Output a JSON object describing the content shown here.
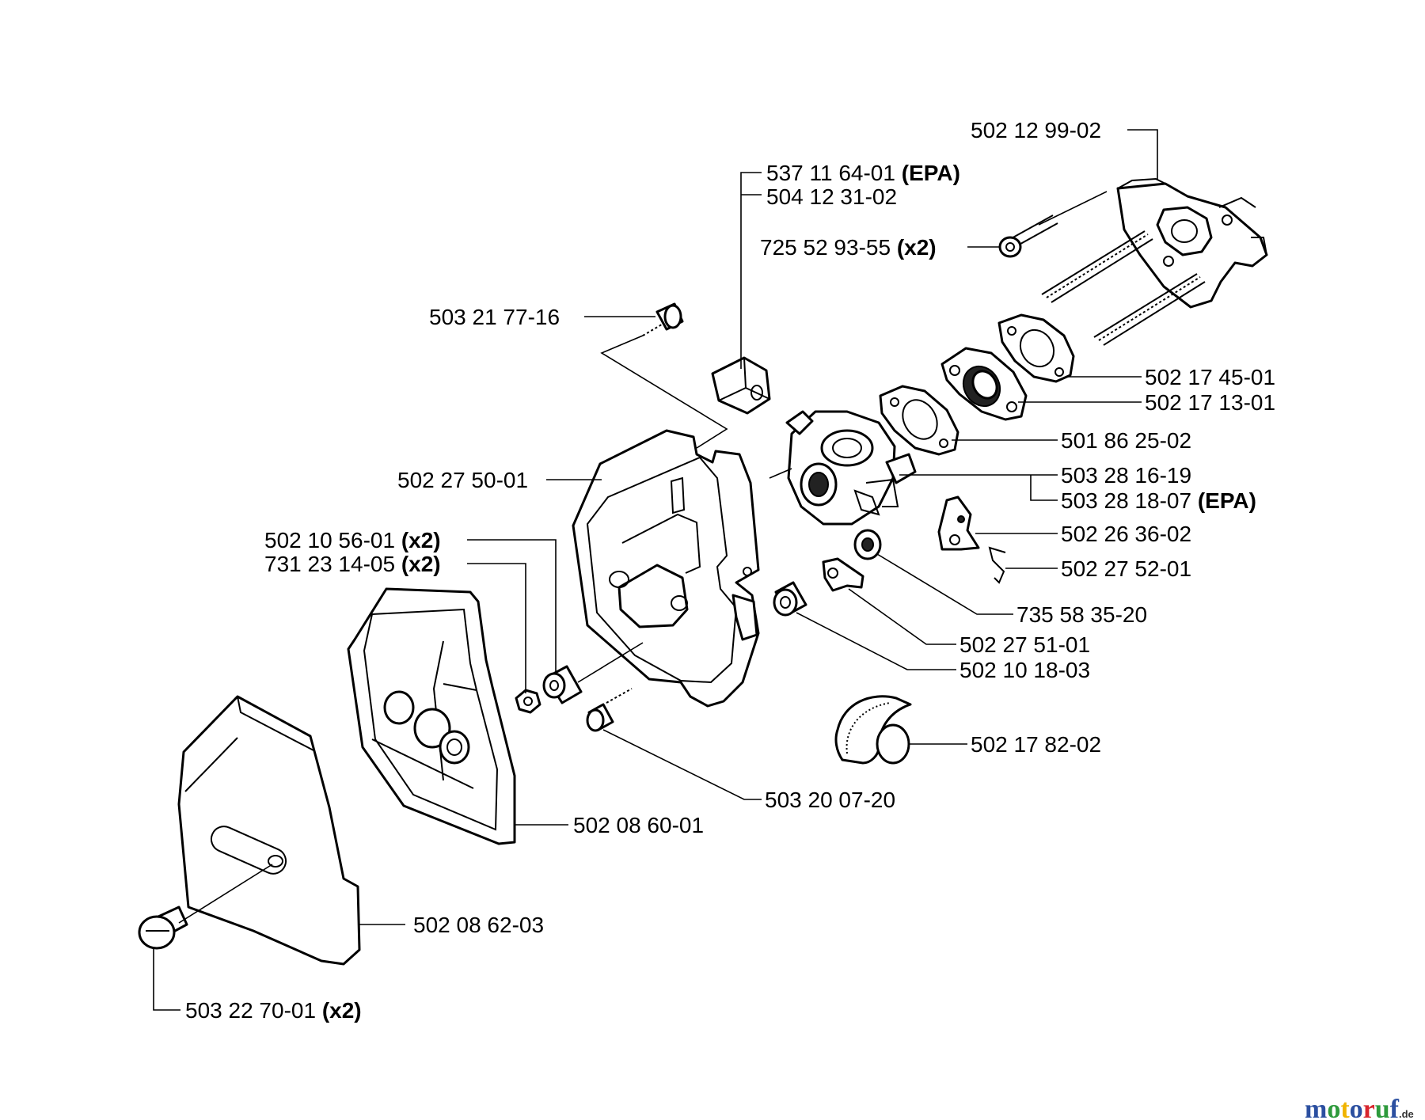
{
  "labels": [
    {
      "id": "p1",
      "text": "502 12 99-02",
      "qual": ""
    },
    {
      "id": "p2",
      "text": "537 11 64-01",
      "qual": "(EPA)"
    },
    {
      "id": "p3",
      "text": "504 12 31-02",
      "qual": ""
    },
    {
      "id": "p4",
      "text": "725 52 93-55",
      "qual": "(x2)"
    },
    {
      "id": "p5",
      "text": "503 21 77-16",
      "qual": ""
    },
    {
      "id": "p6",
      "text": "502 17 45-01",
      "qual": ""
    },
    {
      "id": "p7",
      "text": "502 17 13-01",
      "qual": ""
    },
    {
      "id": "p8",
      "text": "501 86 25-02",
      "qual": ""
    },
    {
      "id": "p9",
      "text": "502 27 50-01",
      "qual": ""
    },
    {
      "id": "p10",
      "text": "503 28 16-19",
      "qual": ""
    },
    {
      "id": "p11",
      "text": "503 28 18-07",
      "qual": "(EPA)"
    },
    {
      "id": "p12",
      "text": "502 10 56-01",
      "qual": "(x2)"
    },
    {
      "id": "p13",
      "text": "731 23 14-05",
      "qual": "(x2)"
    },
    {
      "id": "p14",
      "text": "502 26 36-02",
      "qual": ""
    },
    {
      "id": "p15",
      "text": "502 27 52-01",
      "qual": ""
    },
    {
      "id": "p16",
      "text": "735 58 35-20",
      "qual": ""
    },
    {
      "id": "p17",
      "text": "502 27 51-01",
      "qual": ""
    },
    {
      "id": "p18",
      "text": "502 10 18-03",
      "qual": ""
    },
    {
      "id": "p19",
      "text": "502 17 82-02",
      "qual": ""
    },
    {
      "id": "p20",
      "text": "503 20 07-20",
      "qual": ""
    },
    {
      "id": "p21",
      "text": "502 08 60-01",
      "qual": ""
    },
    {
      "id": "p22",
      "text": "502 08 62-03",
      "qual": ""
    },
    {
      "id": "p23",
      "text": "503 22 70-01",
      "qual": "(x2)"
    }
  ],
  "watermark": {
    "brand": "motoruf",
    "tld": ".de",
    "colors": {
      "m": "#2b4fa0",
      "o1": "#2e9a3c",
      "t": "#f0b400",
      "o2": "#2b4fa0",
      "r": "#d8262e",
      "u": "#2e9a3c",
      "f": "#2b4fa0"
    }
  }
}
